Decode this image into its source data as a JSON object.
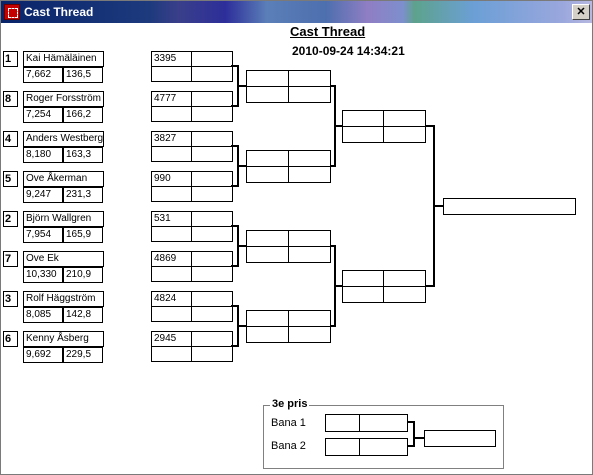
{
  "window": {
    "title": "Cast Thread",
    "close_glyph": "✕"
  },
  "header": {
    "heading": "Cast Thread",
    "datetime": "2010-09-24 14:34:21"
  },
  "players": [
    {
      "seed": "1",
      "name": "Kai Hämäläinen",
      "stat1": "7,662",
      "stat2": "136,5",
      "score": "3395"
    },
    {
      "seed": "8",
      "name": "Roger Forsström",
      "stat1": "7,254",
      "stat2": "166,2",
      "score": "4777"
    },
    {
      "seed": "4",
      "name": "Anders Westberg",
      "stat1": "8,180",
      "stat2": "163,3",
      "score": "3827"
    },
    {
      "seed": "5",
      "name": "Ove Åkerman",
      "stat1": "9,247",
      "stat2": "231,3",
      "score": "990"
    },
    {
      "seed": "2",
      "name": "Björn Wallgren",
      "stat1": "7,954",
      "stat2": "165,9",
      "score": "531"
    },
    {
      "seed": "7",
      "name": "Ove Ek",
      "stat1": "10,330",
      "stat2": "210,9",
      "score": "4869"
    },
    {
      "seed": "3",
      "name": "Rolf Häggström",
      "stat1": "8,085",
      "stat2": "142,8",
      "score": "4824"
    },
    {
      "seed": "6",
      "name": "Kenny Åsberg",
      "stat1": "9,692",
      "stat2": "229,5",
      "score": "2945"
    }
  ],
  "third_prize": {
    "title": "3e pris",
    "lane1": "Bana 1",
    "lane2": "Bana 2"
  }
}
